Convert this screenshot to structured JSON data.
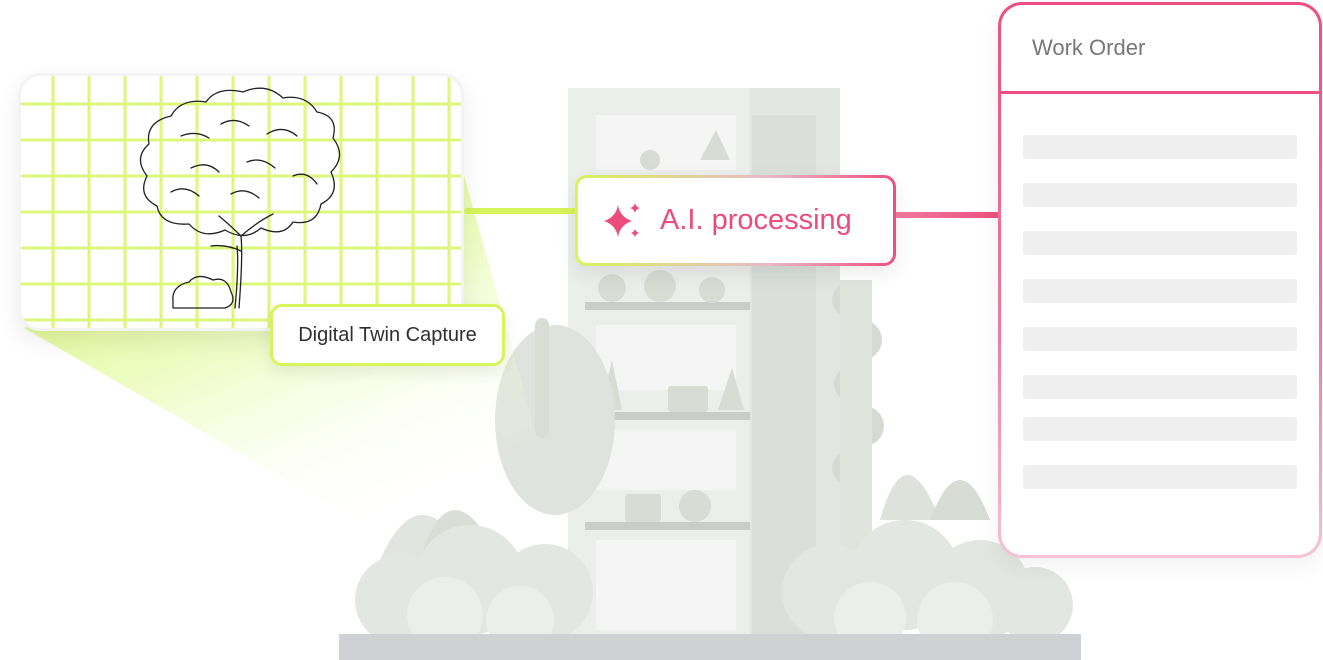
{
  "capture_label": "Digital Twin Capture",
  "ai_label": "A.I. processing",
  "work_order": {
    "title": "Work Order",
    "line_count": 8
  },
  "colors": {
    "lime": "#d7f55a",
    "pink": "#ee4f7e",
    "building_gray": "#e4e6e3",
    "foliage_gray": "#dde2db"
  },
  "icons": {
    "sparkle": "sparkle-icon",
    "tree": "tree-sketch"
  }
}
